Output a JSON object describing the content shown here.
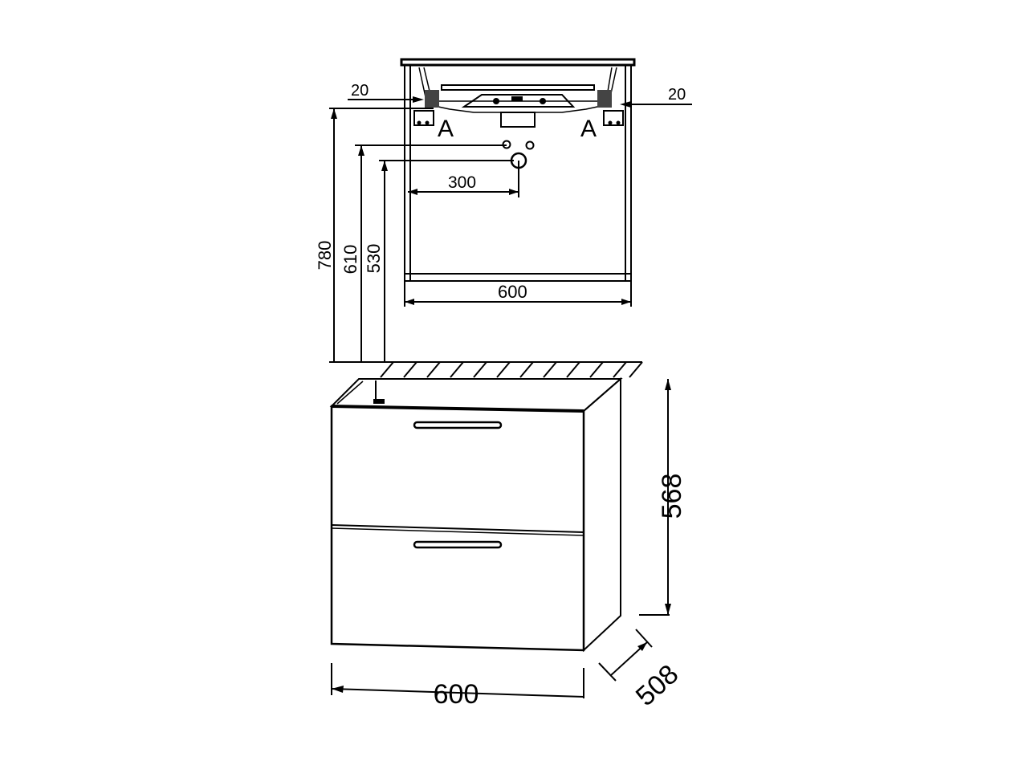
{
  "top_view": {
    "width_top_left": "20",
    "width_top_right": "20",
    "section_label_left": "A",
    "section_label_right": "A",
    "tap_offset": "300",
    "inner_width": "600",
    "height_780": "780",
    "height_610": "610",
    "height_530": "530"
  },
  "front_view": {
    "width": "600",
    "height": "568",
    "depth": "508"
  }
}
